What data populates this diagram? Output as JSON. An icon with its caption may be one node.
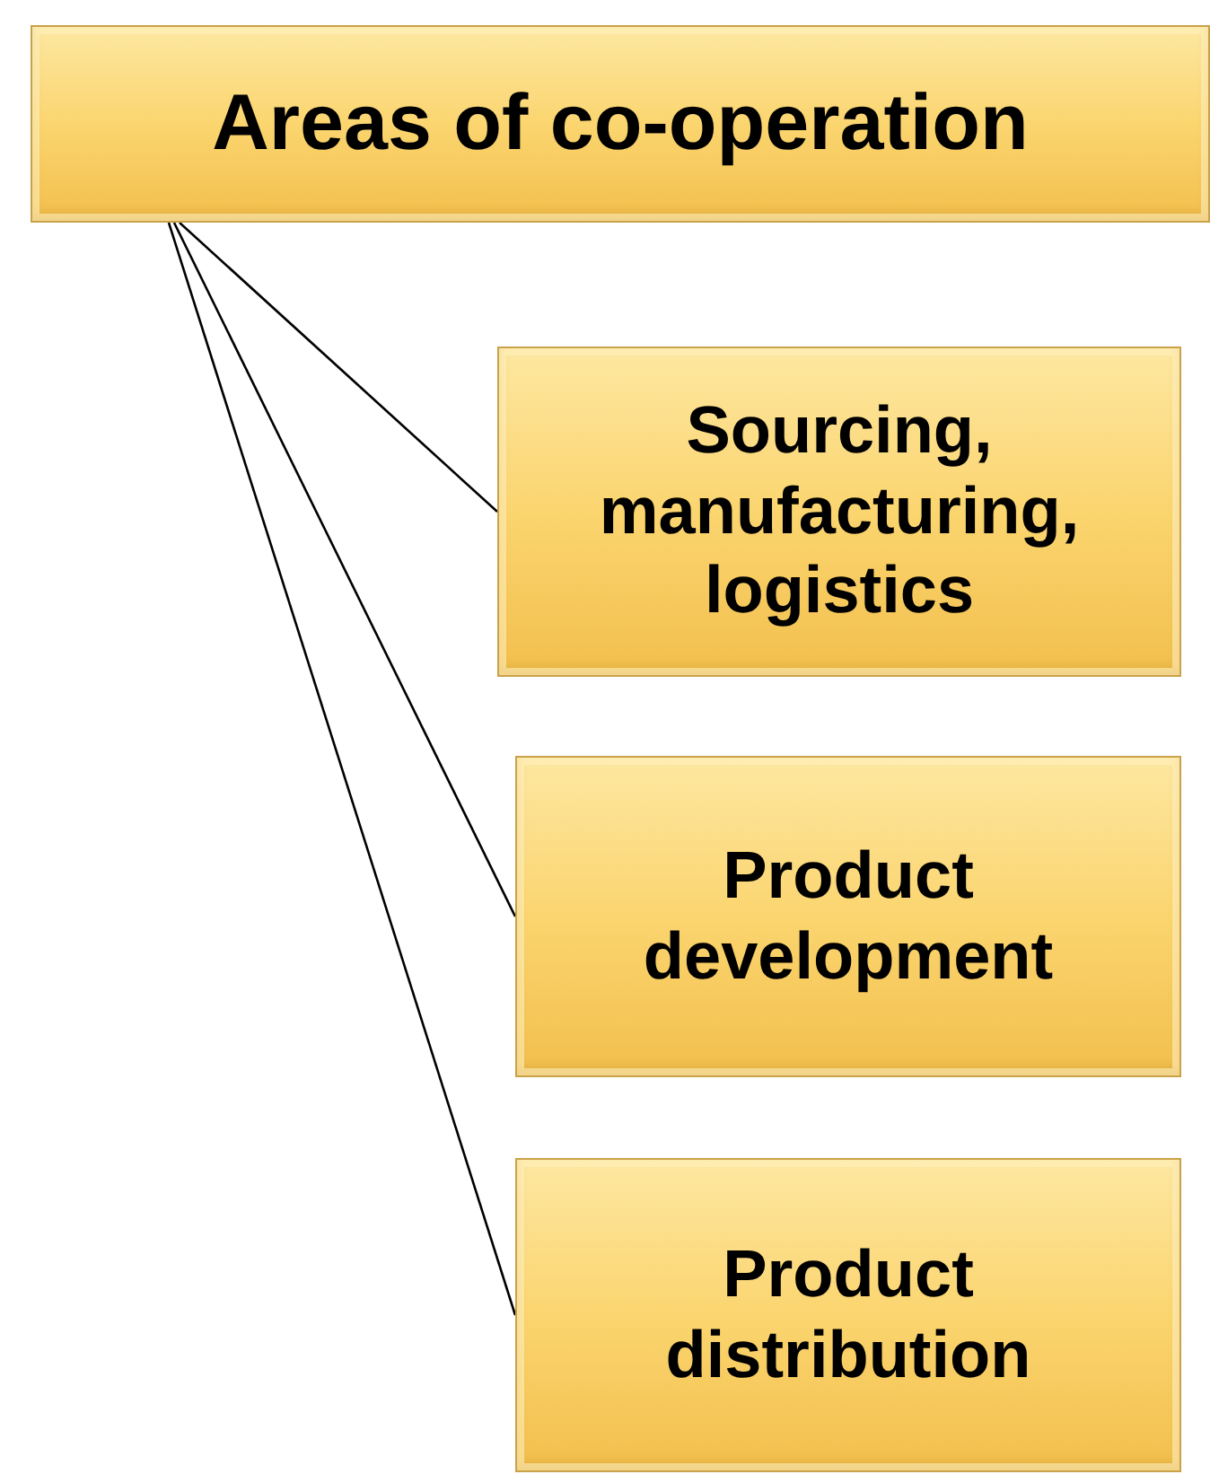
{
  "diagram": {
    "nodes": [
      {
        "text": [
          "Areas of co-operation"
        ]
      },
      {
        "text": [
          "Sourcing, manufacturing, logistics"
        ]
      },
      {
        "text": [
          "Product development"
        ]
      },
      {
        "text": [
          "Product distribution"
        ]
      }
    ],
    "edges": [
      {
        "from": 0,
        "to": 1,
        "arrow": "none"
      },
      {
        "from": 0,
        "to": 2,
        "arrow": "none"
      },
      {
        "from": 0,
        "to": 3,
        "arrow": "none"
      }
    ]
  }
}
